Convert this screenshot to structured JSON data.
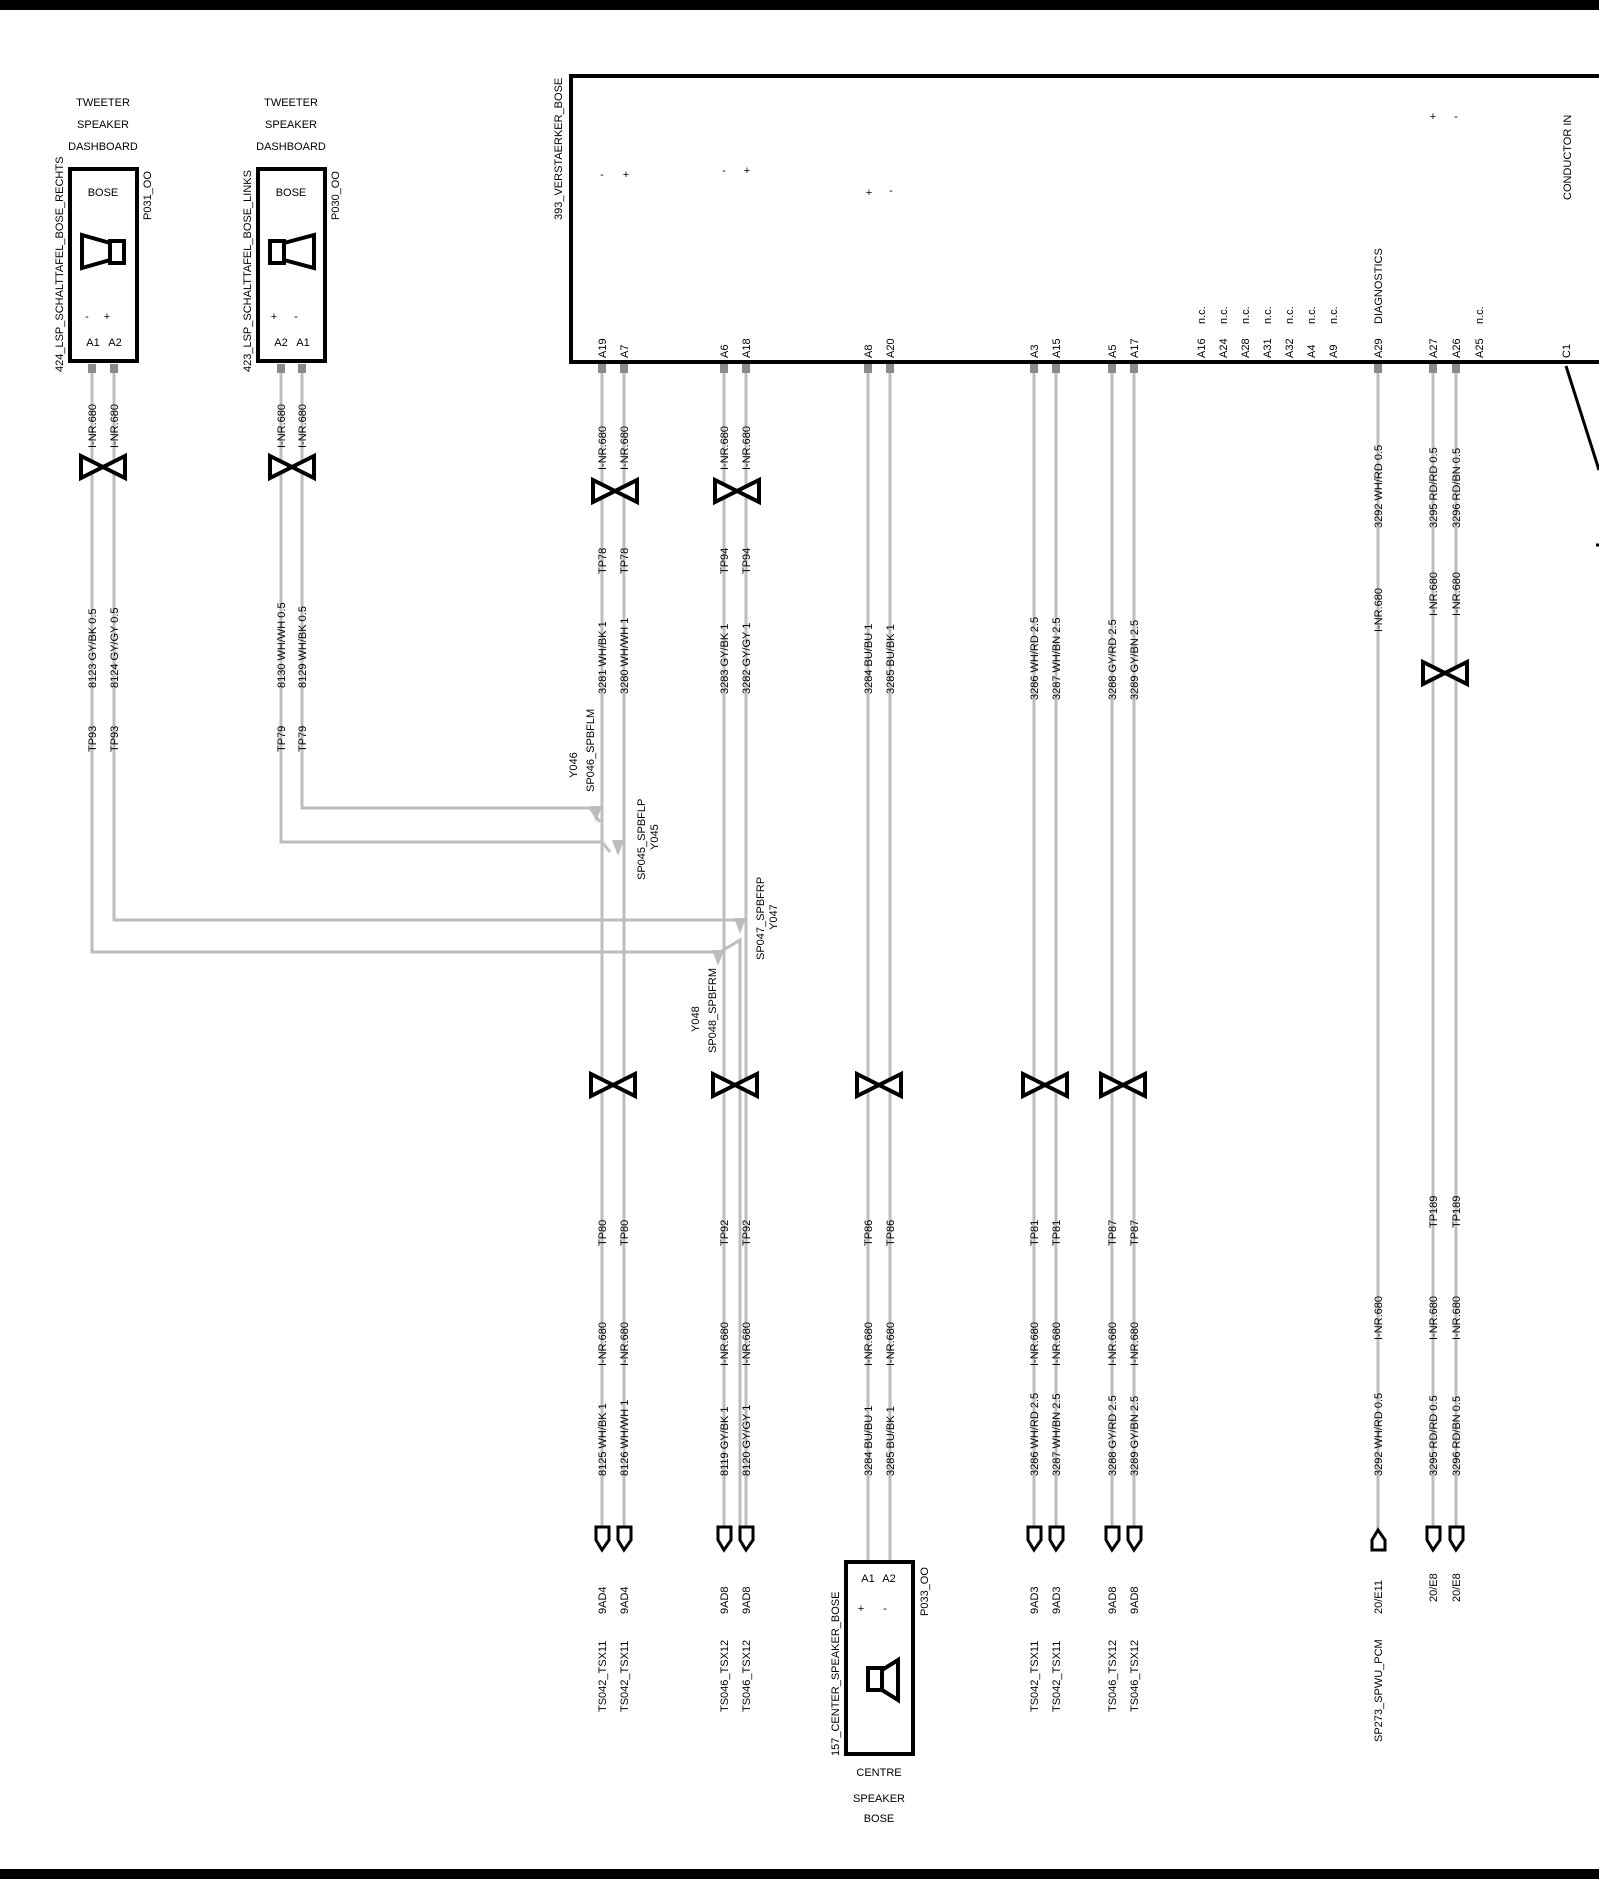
{
  "tweeter_right": {
    "title": [
      "TWEETER",
      "SPEAKER",
      "DASHBOARD"
    ],
    "brand": "BOSE",
    "name": "424_LSP_SCHALTTAFEL_BOSE_RECHTS",
    "ref": "P031_OO",
    "pins": [
      "A1",
      "A2"
    ],
    "polarity": [
      "-",
      "+"
    ]
  },
  "tweeter_left": {
    "title": [
      "TWEETER",
      "SPEAKER",
      "DASHBOARD"
    ],
    "brand": "BOSE",
    "name": "423_LSP_SCHALTTAFEL_BOSE_LINKS",
    "ref": "P030_OO",
    "pins": [
      "A2",
      "A1"
    ],
    "polarity": [
      "+",
      "-"
    ]
  },
  "amplifier": {
    "name": "393_VERSTAERKER_BOSE",
    "pins": [
      "A19",
      "A7",
      "A6",
      "A18",
      "A8",
      "A20",
      "A3",
      "A15",
      "A5",
      "A17",
      "A16",
      "A24",
      "A28",
      "A31",
      "A32",
      "A4",
      "A9",
      "A29",
      "A27",
      "A26",
      "A25",
      "C1"
    ],
    "polarity": [
      "-",
      "+",
      "-",
      "+",
      "+",
      "-",
      "+",
      "-"
    ],
    "nc_label": "n.c.",
    "diagnostics": "DIAGNOSTICS",
    "conductor_in": "CONDUCTOR IN"
  },
  "center_speaker": {
    "name": "157_CENTER_SPEAKER_BOSE",
    "ref": "P033_OO",
    "pins": [
      "A1",
      "A2"
    ],
    "polarity": [
      "+",
      "-"
    ],
    "title": [
      "CENTRE",
      "SPEAKER",
      "BOSE"
    ]
  },
  "wires": {
    "tw_r": [
      "I-NR.680",
      "I-NR.680",
      "8123 GY/BK 0.5",
      "8124 GY/GY 0.5",
      "TP93",
      "TP93"
    ],
    "tw_l": [
      "I-NR.680",
      "I-NR.680",
      "8130 WH/WH 0.5",
      "8129 WH/BK 0.5",
      "TP79",
      "TP79"
    ],
    "c19": [
      "I-NR.680",
      "TP78",
      "3281 WH/BK 1",
      "TP80",
      "I-NR.680",
      "8125 WH/BK 1",
      "9AD4",
      "TS042_TSX11"
    ],
    "c7": [
      "I-NR.680",
      "TP78",
      "3280 WH/WH 1",
      "TP80",
      "I-NR.680",
      "8126 WH/WH 1",
      "9AD4",
      "TS042_TSX11"
    ],
    "c6": [
      "I-NR.680",
      "TP94",
      "3283 GY/BK 1",
      "TP92",
      "I-NR.680",
      "8119 GY/BK 1",
      "9AD8",
      "TS046_TSX12"
    ],
    "c18": [
      "I-NR.680",
      "TP94",
      "3282 GY/GY 1",
      "TP92",
      "I-NR.680",
      "8120 GY/GY 1",
      "9AD8",
      "TS046_TSX12"
    ],
    "c8": [
      "3284 BU/BU 1",
      "TP86",
      "I-NR.680",
      "3284 BU/BU 1"
    ],
    "c20": [
      "3285 BU/BK 1",
      "TP86",
      "I-NR.680",
      "3285 BU/BK 1"
    ],
    "c3": [
      "3286 WH/RD 2.5",
      "TP81",
      "I-NR.680",
      "3286 WH/RD 2.5",
      "9AD3",
      "TS042_TSX11"
    ],
    "c15": [
      "3287 WH/BN 2.5",
      "TP81",
      "I-NR.680",
      "3287 WH/BN 2.5",
      "9AD3",
      "TS042_TSX11"
    ],
    "c5": [
      "3288 GY/RD 2.5",
      "TP87",
      "I-NR.680",
      "3288 GY/RD 2.5",
      "9AD8",
      "TS046_TSX12"
    ],
    "c17": [
      "3289 GY/BN 2.5",
      "TP87",
      "I-NR.680",
      "3289 GY/BN 2.5",
      "9AD8",
      "TS046_TSX12"
    ],
    "c29": [
      "3292 WH/RD 0.5",
      "I-NR.680",
      "I-NR.680",
      "3292 WH/RD 0.5",
      "20/E11",
      "SP273_SPWU_PCM"
    ],
    "c27": [
      "3295 RD/RD 0.5",
      "I-NR.680",
      "TP189",
      "I-NR.680",
      "3295 RD/RD 0.5",
      "20/E8"
    ],
    "c26": [
      "3296 RD/BN 0.5",
      "I-NR.680",
      "TP189",
      "I-NR.680",
      "3296 RD/BN 0.5",
      "20/E8"
    ]
  },
  "splices": {
    "sp46": [
      "Y046",
      "SP046_SPBFLM"
    ],
    "sp45": [
      "SP045_SPBFLP",
      "Y045"
    ],
    "sp47": [
      "SP047_SPBFRP",
      "Y047"
    ],
    "sp48": [
      "Y048",
      "SP048_SPBFRM"
    ]
  }
}
